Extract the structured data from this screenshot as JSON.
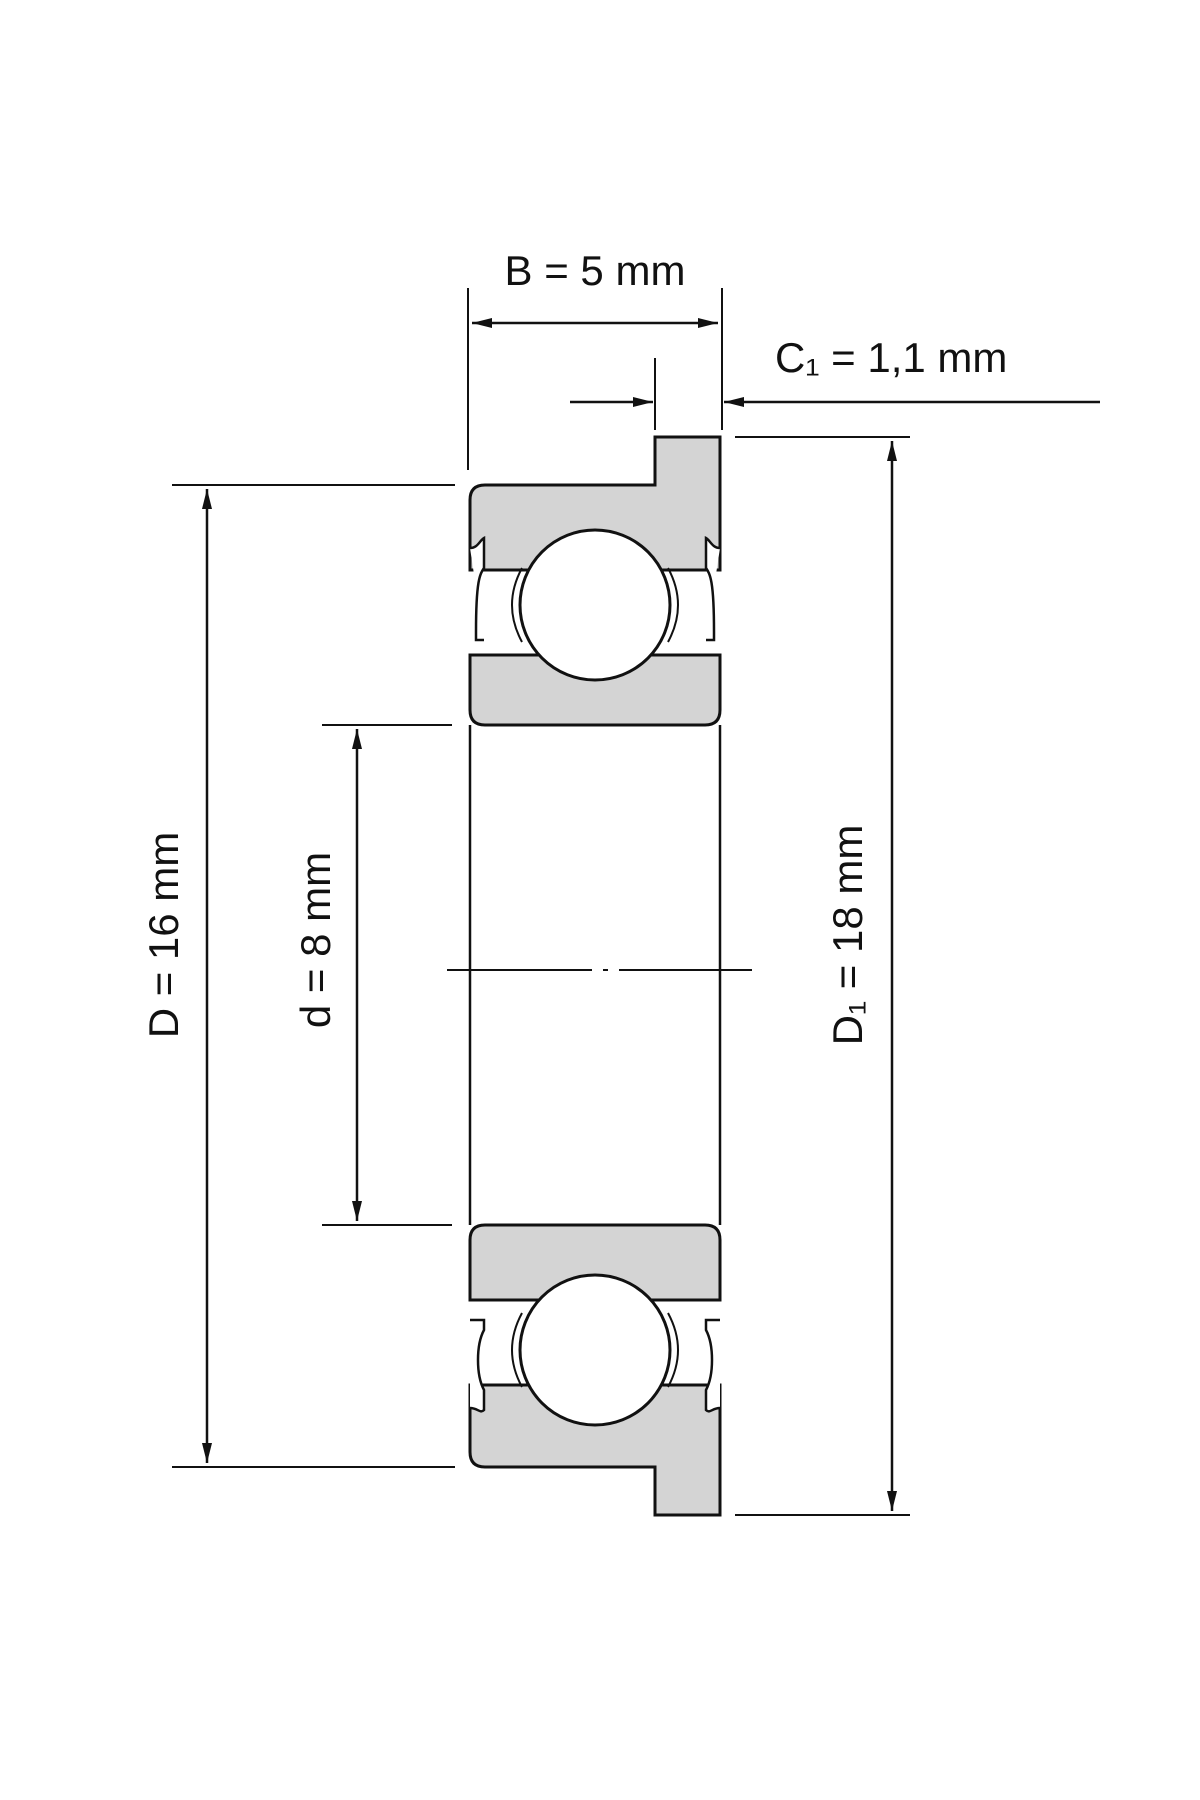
{
  "dimensions": {
    "width_B": "B = 5 mm",
    "flange_C1": "C₁ = 1,1 mm",
    "outer_D": "D = 16 mm",
    "bore_d": "d = 8 mm",
    "flange_D1": "D₁ = 18 mm"
  },
  "colors": {
    "line": "#111111",
    "ring_fill": "#d4d4d4",
    "background": "#ffffff"
  }
}
